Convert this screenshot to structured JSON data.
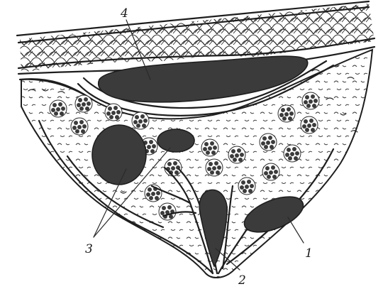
{
  "figure": {
    "labels": [
      {
        "id": "label-1",
        "text": "1"
      },
      {
        "id": "label-2",
        "text": "2"
      },
      {
        "id": "label-3",
        "text": "3"
      },
      {
        "id": "label-4",
        "text": "4"
      }
    ]
  },
  "colors": {
    "ink": "#1e1e1e",
    "fill": "#3b3b3b",
    "background": "#ffffff"
  }
}
